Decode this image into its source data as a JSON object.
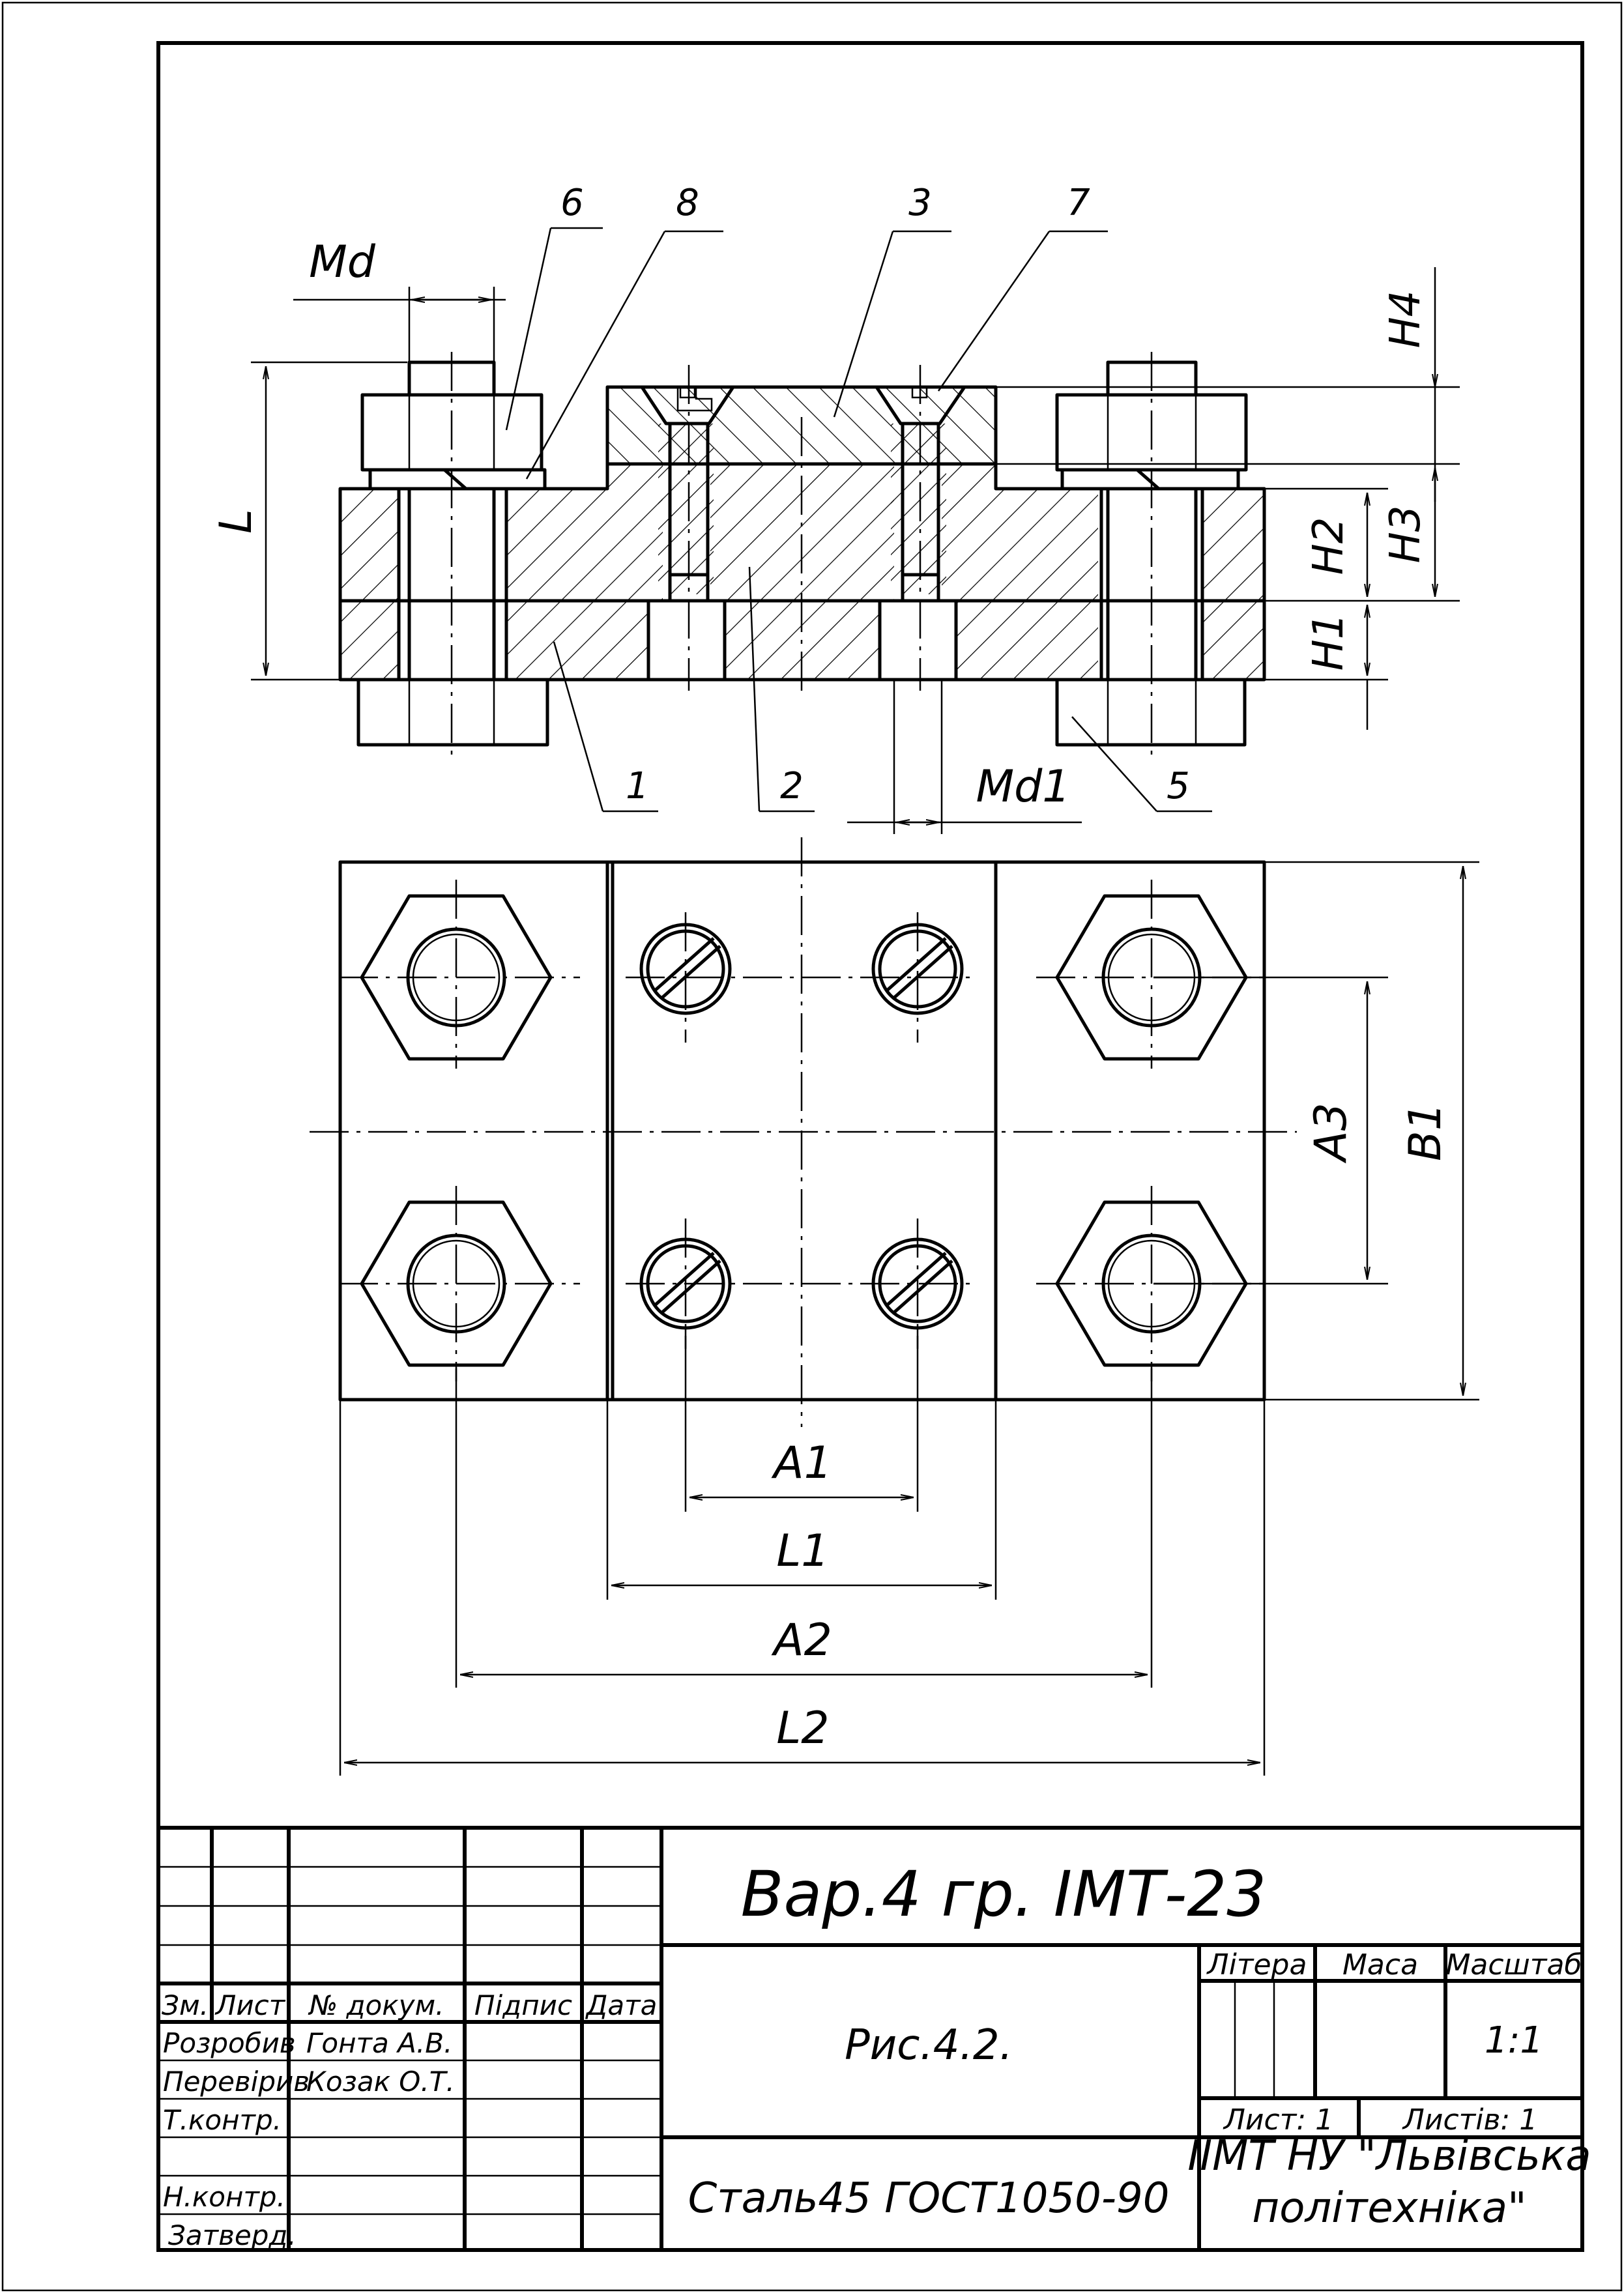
{
  "parts": {
    "p6": "6",
    "p8": "8",
    "p3": "3",
    "p7": "7",
    "p1": "1",
    "p2": "2",
    "p5": "5"
  },
  "dimensions": {
    "md": "Md",
    "md1": "Md1",
    "l": "L",
    "h1": "H1",
    "h2": "H2",
    "h3": "H3",
    "h4": "H4",
    "a1": "A1",
    "l1": "L1",
    "a2": "A2",
    "l2": "L2",
    "a3": "A3",
    "b1": "B1"
  },
  "title_block": {
    "title": "Вар.4   гр. ІМТ-23",
    "drawing_name": "Рис.4.2.",
    "material": "Сталь45 ГОСТ1050-90",
    "organization_line1": "ІІМТ НУ \"Львівська",
    "organization_line2": "політехніка\"",
    "col_change": "Зм.",
    "col_sheet": "Лист",
    "col_doc": "№ докум.",
    "col_sign": "Підпис",
    "col_date": "Дата",
    "h_litera": "Літера",
    "h_mass": "Маса",
    "h_scale": "Масштаб",
    "scale": "1:1",
    "sheet": "Лист: 1",
    "sheets": "Листів: 1",
    "row_developed": "Розробив",
    "name_developed": "Гонта А.В.",
    "row_checked": "Перевірив",
    "name_checked": "Козак О.Т.",
    "row_tcontrol": "Т.контр.",
    "row_ncontrol": "Н.контр.",
    "row_approved": "Затверд."
  }
}
